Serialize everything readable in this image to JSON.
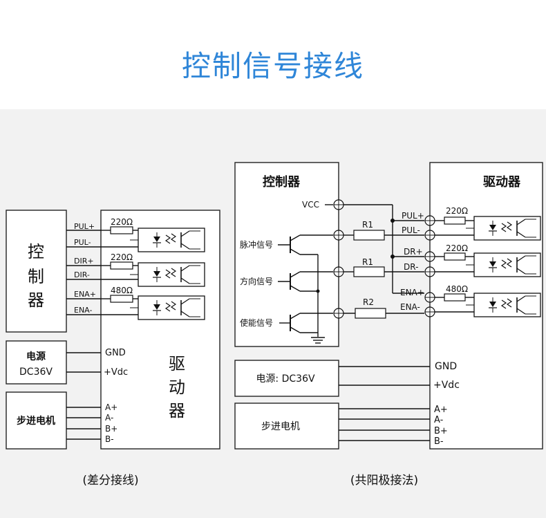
{
  "title": "控制信号接线",
  "left": {
    "controller_chars": [
      "控",
      "制",
      "器"
    ],
    "signals": [
      "PUL+",
      "PUL-",
      "DIR+",
      "DIR-",
      "ENA+",
      "ENA-"
    ],
    "resistors": [
      "220Ω",
      "220Ω",
      "480Ω"
    ],
    "power_label": "电源",
    "power_value": "DC36V",
    "power_terms": [
      "GND",
      "+Vdc"
    ],
    "motor_label": "步进电机",
    "motor_terms": [
      "A+",
      "A-",
      "B+",
      "B-"
    ],
    "driver_chars": [
      "驱",
      "动",
      "器"
    ],
    "caption": "(差分接线)"
  },
  "right": {
    "controller_title": "控制器",
    "vcc": "VCC",
    "transistor_labels": [
      "脉冲信号",
      "方向信号",
      "使能信号"
    ],
    "series_resistors": [
      "R1",
      "R1",
      "R2"
    ],
    "driver_title": "驱动器",
    "signals": [
      "PUL+",
      "PUL-",
      "DR+",
      "DR-",
      "ENA+",
      "ENA-"
    ],
    "resistors": [
      "220Ω",
      "220Ω",
      "480Ω"
    ],
    "power_label": "电源: DC36V",
    "power_terms": [
      "GND",
      "+Vdc"
    ],
    "motor_label": "步进电机",
    "motor_terms": [
      "A+",
      "A-",
      "B+",
      "B-"
    ],
    "caption": "(共阳极接法)"
  }
}
